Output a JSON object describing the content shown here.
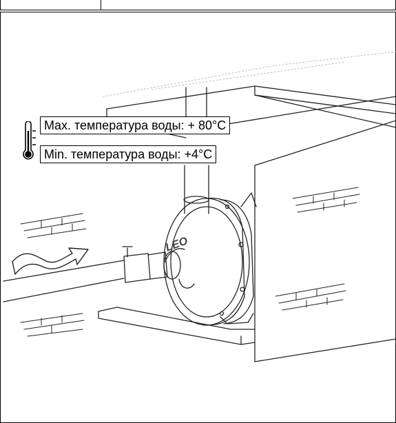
{
  "labels": {
    "max_temp": "Max. температура воды: + 80°C",
    "min_temp": "Min. температура воды: +4°C",
    "brand": "LEO"
  },
  "icons": {
    "thermometer": "thermometer-icon",
    "flow_arrow": "flow-arrow-icon"
  }
}
